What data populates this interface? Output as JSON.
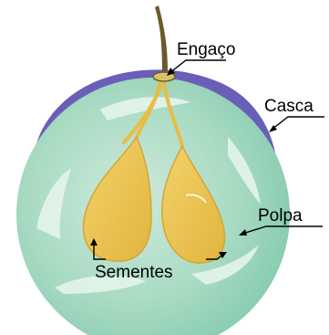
{
  "labels": {
    "stem": "Engaço",
    "skin": "Casca",
    "pulp": "Polpa",
    "seeds": "Sementes"
  },
  "colors": {
    "skin": "#6a5fb8",
    "pulp_light": "#d6eee2",
    "pulp_mid": "#a9dbc3",
    "pulp_dark": "#7fc9aa",
    "seed_fill": "#e9c24d",
    "seed_edge": "#d3a637",
    "stem": "#6b5a2a",
    "text": "#000000"
  }
}
